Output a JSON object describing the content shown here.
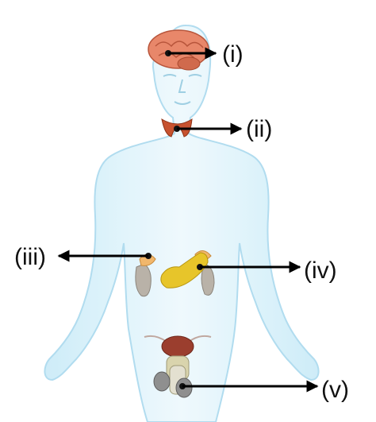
{
  "labels": {
    "i": "(i)",
    "ii": "(ii)",
    "iii": "(iii)",
    "iv": "(iv)",
    "v": "(v)"
  },
  "colors": {
    "body_fill": "#d9f1fb",
    "body_outline": "#a9d9ee",
    "brain": "#e8876a",
    "thyroid": "#c7522f",
    "adrenal": "#f1b76c",
    "kidney": "#b9b2a8",
    "pancreas": "#e7c52a",
    "bladder": "#9b3e2e",
    "testis": "#8f8f8f",
    "arrow": "#000000"
  }
}
